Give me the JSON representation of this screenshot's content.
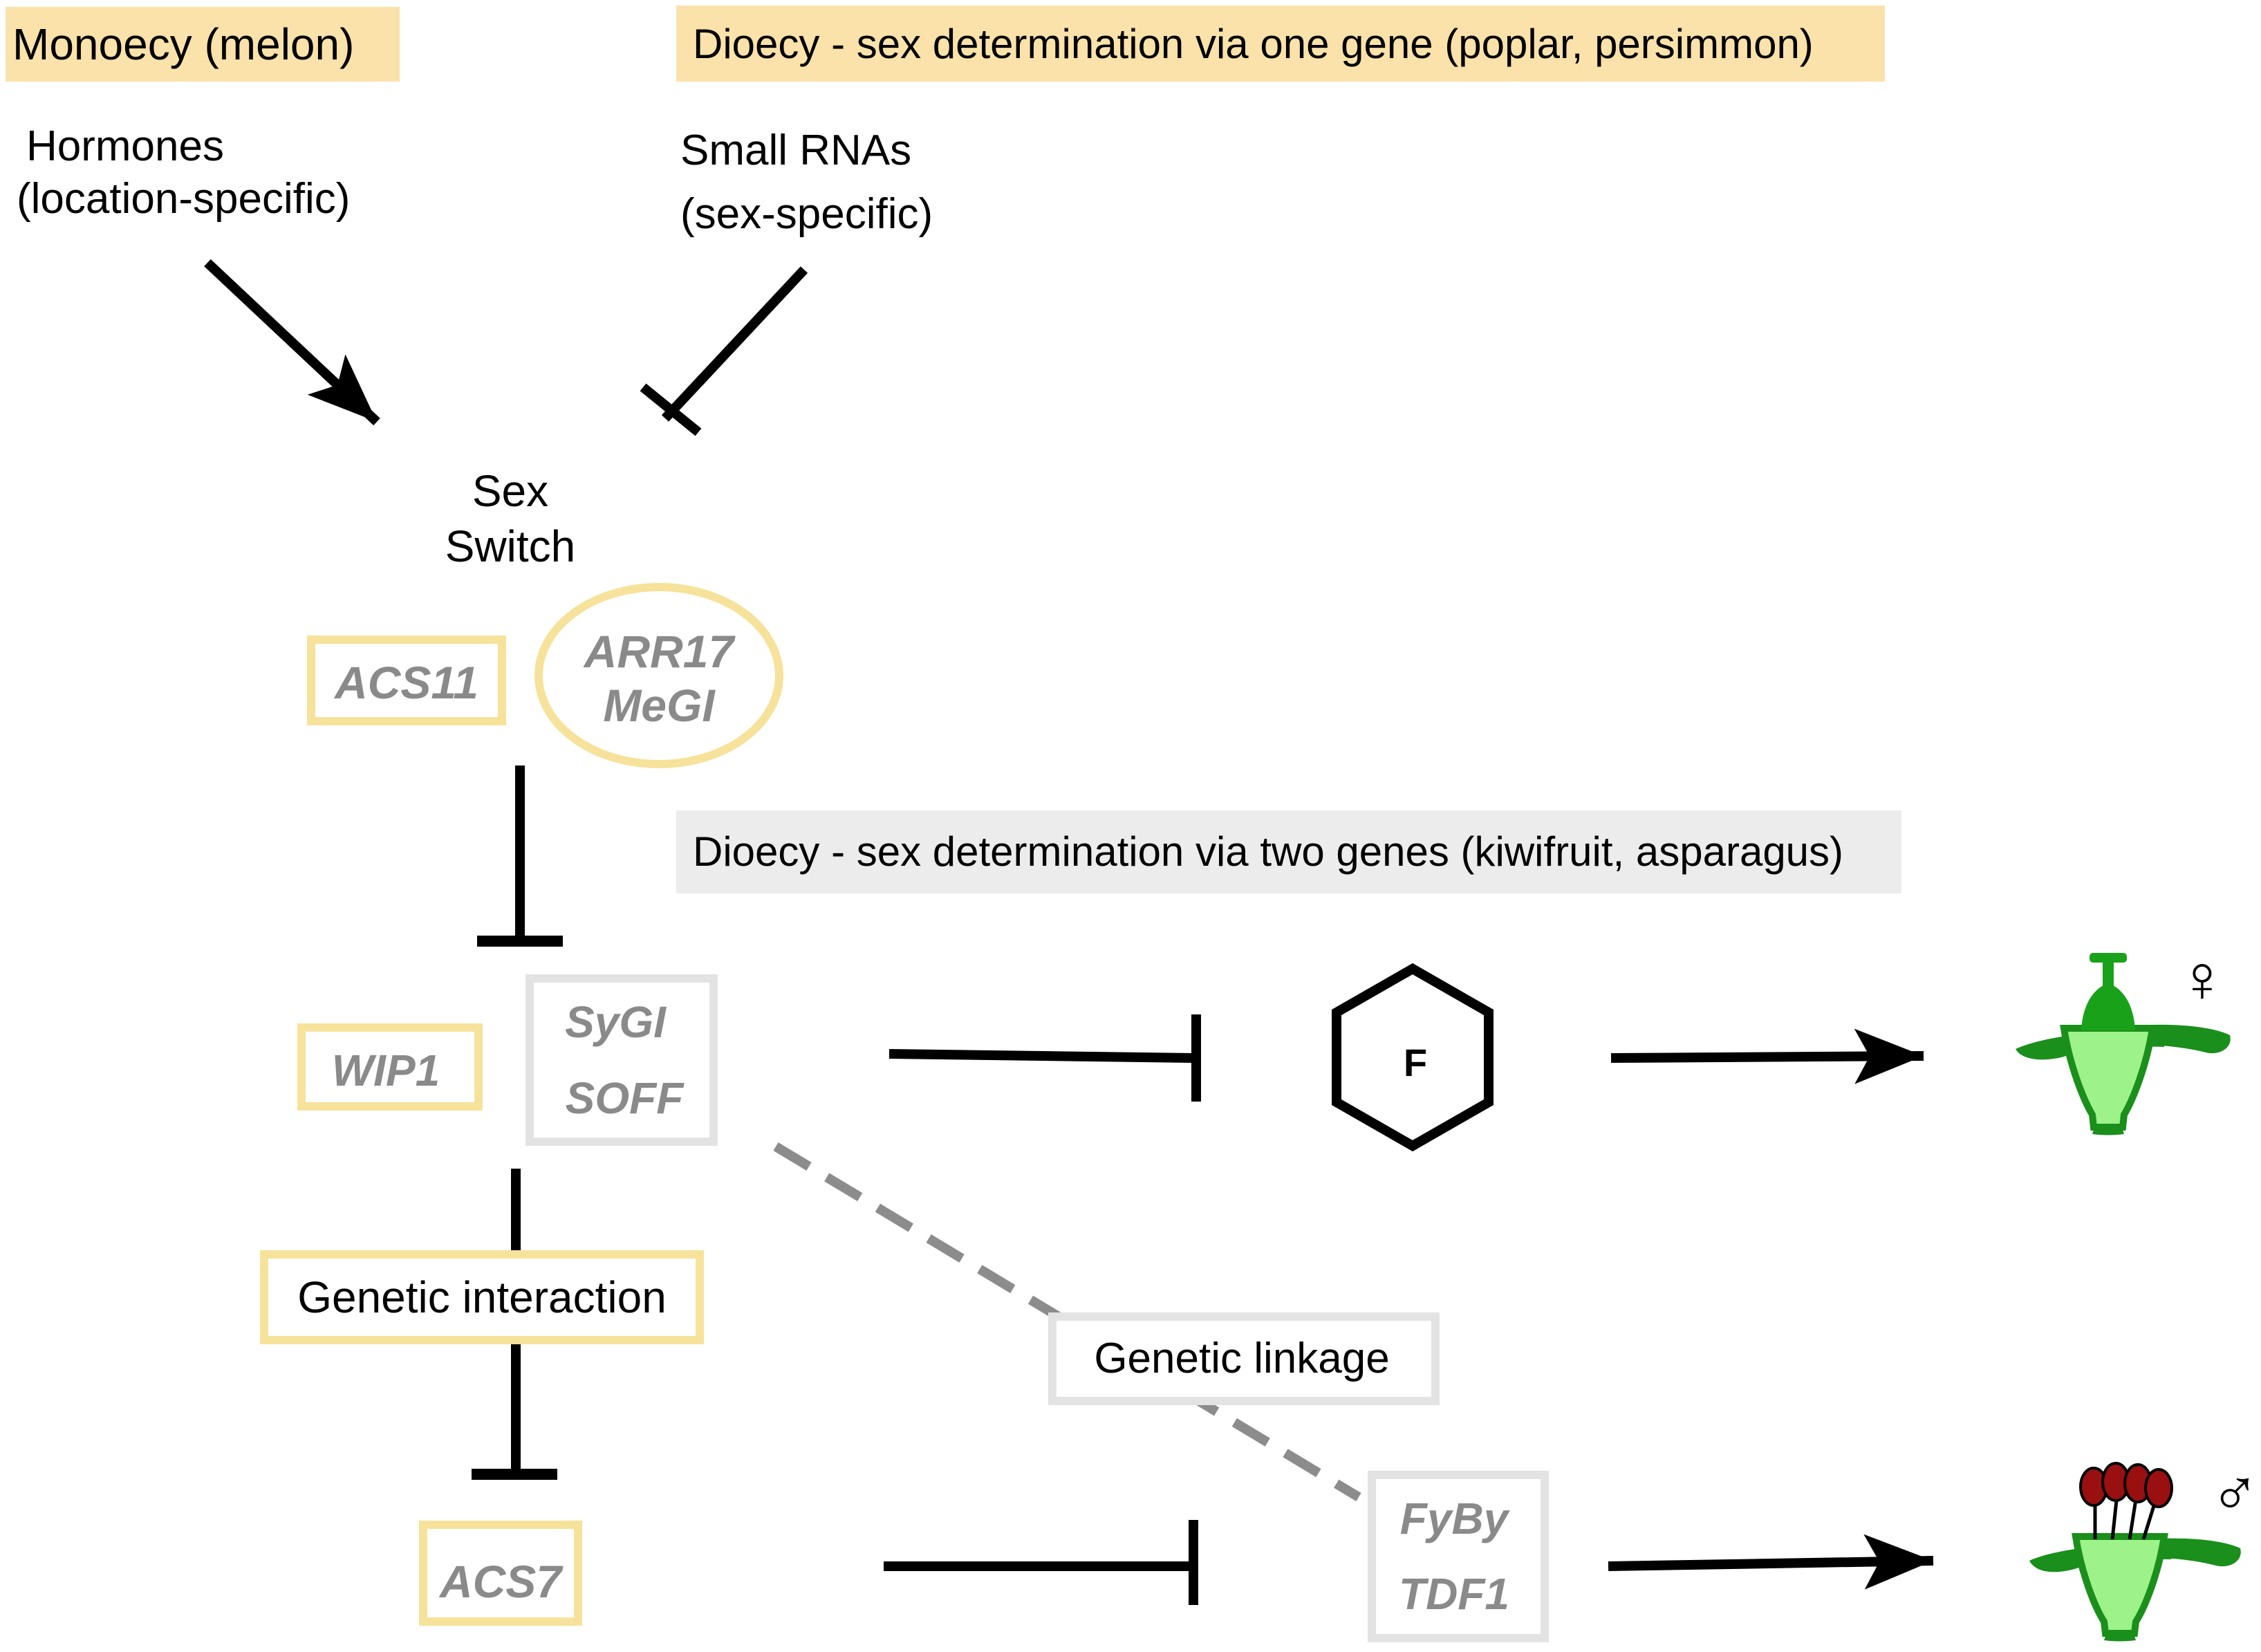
{
  "colors": {
    "monoecy": "#fbe2aa",
    "dioecy_one_gene": "#fbe2aa",
    "dioecy_two_genes": "#ececec",
    "yellow_outline": "#f6e29a",
    "gray_outline": "#e3e3e3",
    "gene_text": "#8a8a8a",
    "plant_green": "#1b8f1b",
    "plant_light_green": "#9ef28a",
    "pistil_green": "#1aa11a",
    "stamen_red": "#9a1010",
    "dash_gray": "#8c8c8c"
  },
  "headers": {
    "monoecy": "Monoecy (melon)",
    "dioecy_one_gene": "Dioecy - sex determination via one gene (poplar, persimmon)",
    "dioecy_two_genes": "Dioecy - sex determination via two genes (kiwifruit, asparagus)"
  },
  "inputs": {
    "hormones": {
      "line1": "Hormones",
      "line2": "(location-specific)"
    },
    "small_rnas": {
      "line1": "Small RNAs",
      "line2": "(sex-specific)"
    }
  },
  "sex_switch": {
    "line1": "Sex",
    "line2": "Switch"
  },
  "genes": {
    "acs11": "ACS11",
    "arr17": "ARR17",
    "megi": "MeGI",
    "wip1": "WIP1",
    "sygi": "SyGI",
    "soff": "SOFF",
    "acs7": "ACS7",
    "fyby": "FyBy",
    "tdf1": "TDF1"
  },
  "relations": {
    "genetic_interaction": "Genetic interaction",
    "genetic_linkage": "Genetic linkage"
  },
  "hexagon_label": "F",
  "sex_symbols": {
    "female": "♀",
    "male": "♂"
  },
  "icons": [
    "activation-arrow",
    "inhibition-bar",
    "female-flower-icon",
    "male-flower-icon",
    "hexagon-node"
  ]
}
